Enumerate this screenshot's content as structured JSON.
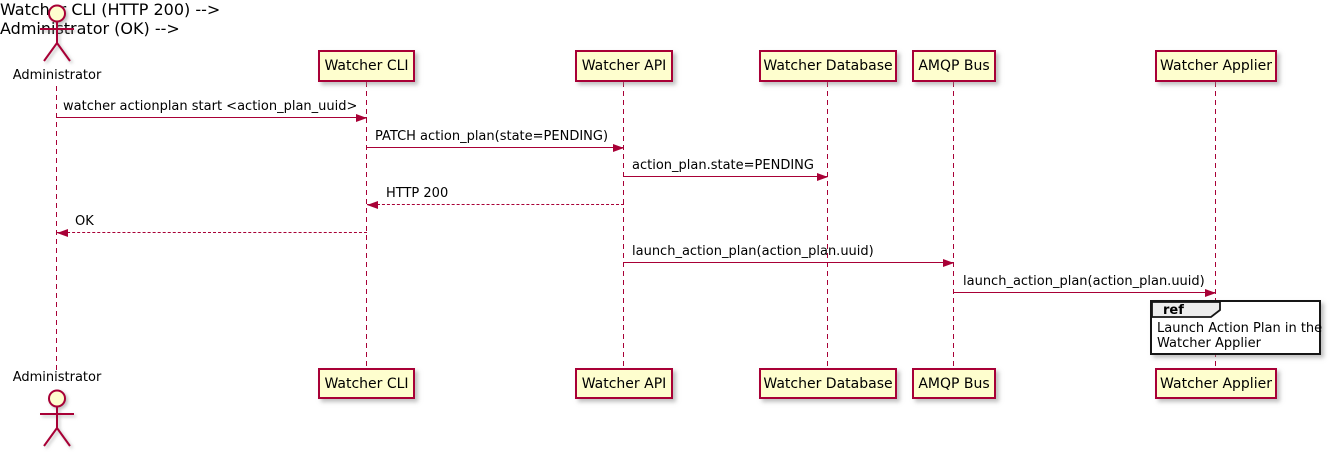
{
  "diagram": {
    "type": "sequence-diagram",
    "colors": {
      "participant_fill": "#FEFECE",
      "border": "#A80036",
      "arrow": "#A80036",
      "lifeline": "#A80036",
      "ref_header_fill": "#EDEDED",
      "ref_border": "#161616",
      "text": "#000000"
    },
    "actor": {
      "name": "Administrator"
    },
    "participants": [
      {
        "name": "Watcher CLI"
      },
      {
        "name": "Watcher API"
      },
      {
        "name": "Watcher Database"
      },
      {
        "name": "AMQP Bus"
      },
      {
        "name": "Watcher Applier"
      }
    ],
    "messages": [
      {
        "from": "Administrator",
        "to": "Watcher CLI",
        "label": "watcher actionplan start <action_plan_uuid>",
        "style": "solid"
      },
      {
        "from": "Watcher CLI",
        "to": "Watcher API",
        "label": "PATCH action_plan(state=PENDING)",
        "style": "solid"
      },
      {
        "from": "Watcher API",
        "to": "Watcher Database",
        "label": "action_plan.state=PENDING",
        "style": "solid"
      },
      {
        "from": "Watcher API",
        "to": "Watcher CLI",
        "label": "HTTP 200",
        "style": "dashed"
      },
      {
        "from": "Watcher CLI",
        "to": "Administrator",
        "label": "OK",
        "style": "dashed"
      },
      {
        "from": "Watcher API",
        "to": "AMQP Bus",
        "label": "launch_action_plan(action_plan.uuid)",
        "style": "solid"
      },
      {
        "from": "AMQP Bus",
        "to": "Watcher Applier",
        "label": "launch_action_plan(action_plan.uuid)",
        "style": "solid"
      }
    ],
    "ref": {
      "keyword": "ref",
      "lines": [
        "Launch Action Plan in the",
        "Watcher Applier"
      ]
    }
  }
}
